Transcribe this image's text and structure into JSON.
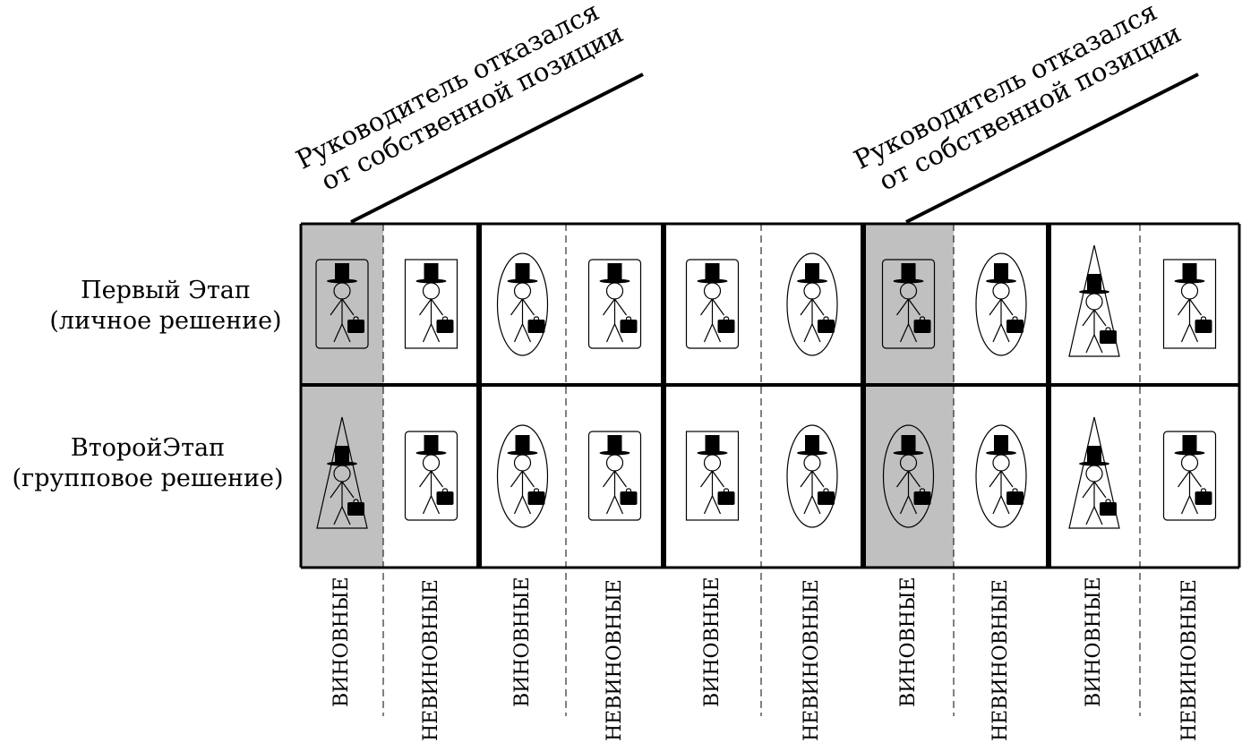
{
  "colors": {
    "shaded": "#c0c0c0",
    "ink": "#000000",
    "background": "#ffffff"
  },
  "annotations": [
    {
      "line1": "Руководитель отказался",
      "line2": "от собственной позиции",
      "column_index": 0
    },
    {
      "line1": "Руководитель отказался",
      "line2": "от собственной позиции",
      "column_index": 6
    }
  ],
  "rows": [
    {
      "title": "Первый Этап",
      "subtitle": "(личное решение)"
    },
    {
      "title": "ВторойЭтап",
      "subtitle": "(групповое решение)"
    }
  ],
  "columns": [
    {
      "label": "ВИНОВНЫЕ",
      "group": 1,
      "shaded": true
    },
    {
      "label": "НЕВИНОВНЫЕ",
      "group": 1,
      "shaded": false
    },
    {
      "label": "ВИНОВНЫЕ",
      "group": 2,
      "shaded": false
    },
    {
      "label": "НЕВИНОВНЫЕ",
      "group": 2,
      "shaded": false
    },
    {
      "label": "ВИНОВНЫЕ",
      "group": 3,
      "shaded": false
    },
    {
      "label": "НЕВИНОВНЫЕ",
      "group": 3,
      "shaded": false
    },
    {
      "label": "ВИНОВНЫЕ",
      "group": 4,
      "shaded": true
    },
    {
      "label": "НЕВИНОВНЫЕ",
      "group": 4,
      "shaded": false
    },
    {
      "label": "ВИНОВНЫЕ",
      "group": 5,
      "shaded": false
    },
    {
      "label": "НЕВИНОВНЫЕ",
      "group": 5,
      "shaded": false
    }
  ],
  "cells": [
    [
      "rounded-rect",
      "rect",
      "ellipse",
      "rounded-rect",
      "rounded-rect",
      "ellipse",
      "rounded-rect",
      "ellipse",
      "triangle",
      "rect"
    ],
    [
      "triangle",
      "rounded-rect",
      "ellipse",
      "rounded-rect",
      "rect",
      "ellipse",
      "ellipse",
      "ellipse",
      "triangle",
      "rounded-rect"
    ]
  ],
  "figure_icon": "stick-figure-with-top-hat-and-briefcase-icon"
}
